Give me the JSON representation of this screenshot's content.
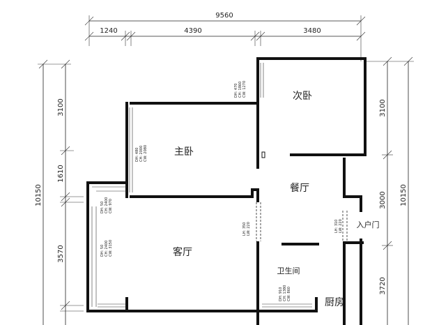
{
  "dimensions": {
    "total_width": "9560",
    "top_1": "1240",
    "top_2": "4390",
    "top_3": "3480",
    "left_1": "3100",
    "left_2": "1610",
    "left_3": "3570",
    "left_total": "10150",
    "right_1": "3100",
    "right_2": "3000",
    "right_3": "3720",
    "right_total": "10150"
  },
  "rooms": {
    "second_bedroom": "次卧",
    "master_bedroom": "主卧",
    "dining": "餐厅",
    "living": "客厅",
    "bathroom": "卫生间",
    "kitchen": "厨房",
    "entrance": "入户门"
  },
  "notes": {
    "second_bedroom_window": [
      "DH: 470",
      "CH: 1860",
      "CW: 1270"
    ],
    "master_window": [
      "DH: 480",
      "CH: 2000",
      "CW: 2080"
    ],
    "small_window": [
      "DH: 50",
      "CH: 2400",
      "CW: 970"
    ],
    "living_window": [
      "DH: 50",
      "CH: 2400",
      "CW: 3150"
    ],
    "inner_door": [
      "LH: 350",
      "LW: 220"
    ],
    "entry_door": [
      "LH: 310",
      "LW: 220"
    ],
    "bath_window": [
      "DH: 910",
      "CH: 1380",
      "CW: 860"
    ]
  }
}
